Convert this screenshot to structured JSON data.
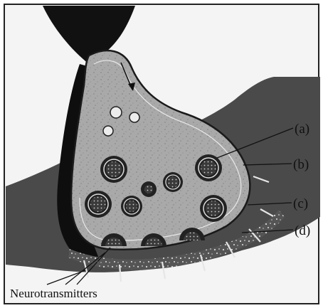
{
  "diagram": {
    "labels": [
      {
        "id": "a",
        "text": "(a)"
      },
      {
        "id": "b",
        "text": "(b)"
      },
      {
        "id": "c",
        "text": "(c)"
      },
      {
        "id": "d",
        "text": "(d)"
      }
    ],
    "caption": "Neurotransmitters"
  }
}
